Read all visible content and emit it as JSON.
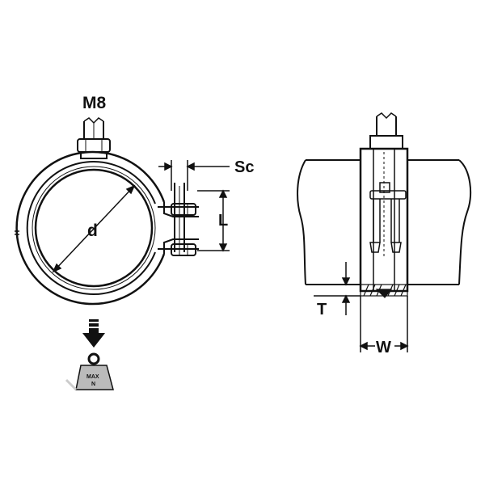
{
  "labels": {
    "bolt": "M8",
    "diameter": "d",
    "spacing": "Sc",
    "length": "L",
    "thickness": "T",
    "width": "W",
    "weight_top": "MAX",
    "weight_bottom": "N"
  },
  "colors": {
    "line": "#111111",
    "background": "#ffffff",
    "weight_fill": "#bbbbbb",
    "arrow_fill": "#111111"
  },
  "icons": {
    "load_arrow": "down-arrow-icon",
    "weight": "max-load-weight-icon"
  }
}
